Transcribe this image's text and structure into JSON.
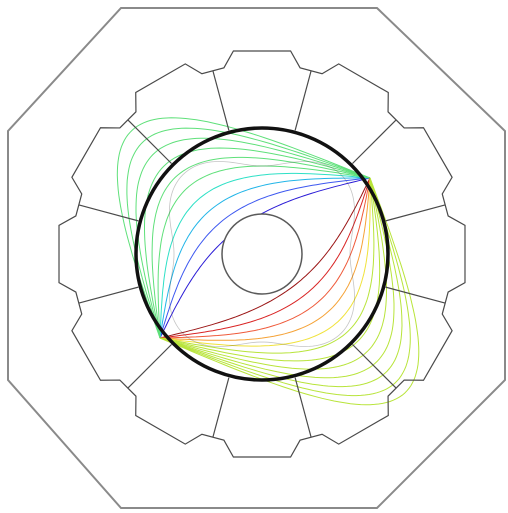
{
  "figure": {
    "description_visible_text": "",
    "colormap": [
      "#2a1bd6",
      "#3d58f0",
      "#22b5e8",
      "#2ee0c6",
      "#5fe07a",
      "#b8e43a",
      "#f0e23a",
      "#f5a236",
      "#ef5a3a",
      "#d92424",
      "#9a1414"
    ],
    "colors": {
      "outline": "#8a8a8a",
      "slot_lines": "#4a4a4a",
      "airgap_circle": "#111111",
      "shaft_circle": "#5a5a5a",
      "background": "#ffffff"
    },
    "stator_teeth_count": 12,
    "rotor_poles": 4,
    "flux_lines": {
      "upper_left_group_count": 10,
      "lower_right_group_count": 12
    }
  }
}
